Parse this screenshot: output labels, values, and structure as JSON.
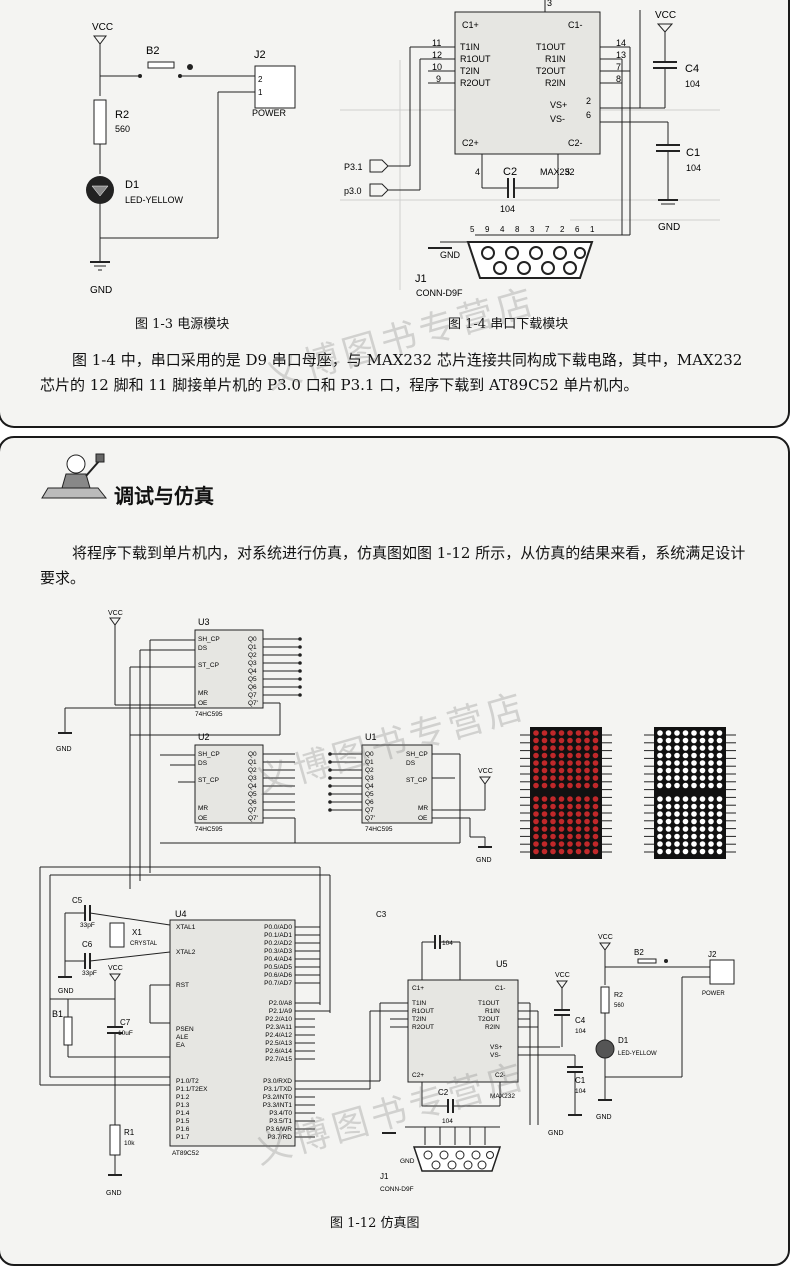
{
  "figures": {
    "power": {
      "caption": "图 1-3  电源模块",
      "vcc": "VCC",
      "gnd": "GND",
      "b2": "B2",
      "j2": "J2",
      "power": "POWER",
      "pin2": "2",
      "pin1": "1",
      "r2": "R2",
      "r2_val": "560",
      "d1": "D1",
      "d1_val": "LED-YELLOW"
    },
    "serial": {
      "caption": "图 1-4    串口下载模块",
      "vcc": "VCC",
      "chip": "MAX232",
      "c1p": "C1+",
      "c1m": "C1-",
      "c2p": "C2+",
      "c2m": "C2-",
      "left_pins": [
        {
          "num": "11",
          "name": "T1IN"
        },
        {
          "num": "12",
          "name": "R1OUT"
        },
        {
          "num": "10",
          "name": "T2IN"
        },
        {
          "num": "9",
          "name": "R2OUT"
        }
      ],
      "right_pins": [
        {
          "num": "14",
          "name": "T1OUT"
        },
        {
          "num": "13",
          "name": "R1IN"
        },
        {
          "num": "7",
          "name": "T2OUT"
        },
        {
          "num": "8",
          "name": "R2IN"
        },
        {
          "num": "2",
          "name": "VS+"
        },
        {
          "num": "6",
          "name": "VS-"
        }
      ],
      "top_pin": "3",
      "pin4": "4",
      "pin5": "5",
      "c4": "C4",
      "c4_val": "104",
      "c1": "C1",
      "c1_val": "104",
      "c2": "C2",
      "c2_val": "104",
      "p31": "P3.1",
      "p30": "p3.0",
      "gnd": "GND",
      "conn_pins": [
        "5",
        "9",
        "4",
        "8",
        "3",
        "7",
        "2",
        "6",
        "1"
      ],
      "j1": "J1",
      "j1_val": "CONN-D9F"
    },
    "sim": {
      "caption": "图 1-12    仿真图",
      "u3": "U3",
      "u2": "U2",
      "u1": "U1",
      "u4": "U4",
      "u5": "U5",
      "hc595": "74HC595",
      "hc595_pins": [
        "SH_CP",
        "DS",
        "ST_CP",
        "MR",
        "OE"
      ],
      "hc595_outs": [
        "Q0",
        "Q1",
        "Q2",
        "Q3",
        "Q4",
        "Q5",
        "Q6",
        "Q7",
        "Q7'"
      ],
      "at89": "AT89C52",
      "xtal1": "XTAL1",
      "xtal2": "XTAL2",
      "rst": "RST",
      "psen": "PSEN",
      "ale": "ALE",
      "ea": "EA",
      "p0": [
        "P0.0/AD0",
        "P0.1/AD1",
        "P0.2/AD2",
        "P0.3/AD3",
        "P0.4/AD4",
        "P0.5/AD5",
        "P0.6/AD6",
        "P0.7/AD7"
      ],
      "p2": [
        "P2.0/A8",
        "P2.1/A9",
        "P2.2/A10",
        "P2.3/A11",
        "P2.4/A12",
        "P2.5/A13",
        "P2.6/A14",
        "P2.7/A15"
      ],
      "p3": [
        "P3.0/RXD",
        "P3.1/TXD",
        "P3.2/INT0",
        "P3.3/INT1",
        "P3.4/T0",
        "P3.5/T1",
        "P3.6/WR",
        "P3.7/RD"
      ],
      "p1": [
        "P1.0/T2",
        "P1.1/T2EX",
        "P1.2",
        "P1.3",
        "P1.4",
        "P1.5",
        "P1.6",
        "P1.7"
      ],
      "c5": "C5",
      "c5_val": "33pF",
      "c6": "C6",
      "c6_val": "33pF",
      "x1": "X1",
      "x1_val": "CRYSTAL",
      "c7": "C7",
      "c7_val": "10uF",
      "b1": "B1",
      "r1": "R1",
      "r1_val": "10k",
      "vcc": "VCC",
      "gnd": "GND",
      "c3": "C3",
      "c3_val": "104",
      "c4": "C4",
      "c4_val": "104",
      "c1": "C1",
      "c1_val": "104",
      "c2": "C2",
      "c2_val": "104",
      "max232": "MAX232",
      "j1": "J1",
      "j1_val": "CONN-D9F",
      "d1": "D1",
      "d1_val": "LED-YELLOW",
      "r2": "R2",
      "r2_val": "560",
      "b2": "B2",
      "j2": "J2",
      "power": "POWER"
    }
  },
  "paragraph_top": "图 1-4 中，串口采用的是 D9 串口母座，与 MAX232 芯片连接共同构成下载电路，其中，MAX232 芯片的 12 脚和 11 脚接单片机的 P3.0 口和 P3.1 口，程序下载到 AT89C52 单片机内。",
  "section": {
    "title": "调试与仿真",
    "body": "将程序下载到单片机内，对系统进行仿真，仿真图如图 1-12 所示，从仿真的结果来看，系统满足设计要求。"
  },
  "watermark": "义博图书专营店",
  "colors": {
    "panel_bg": "#f4f4f2",
    "border": "#1a1a1a",
    "led_red": "#c0282a",
    "led_white": "#ffffff"
  }
}
